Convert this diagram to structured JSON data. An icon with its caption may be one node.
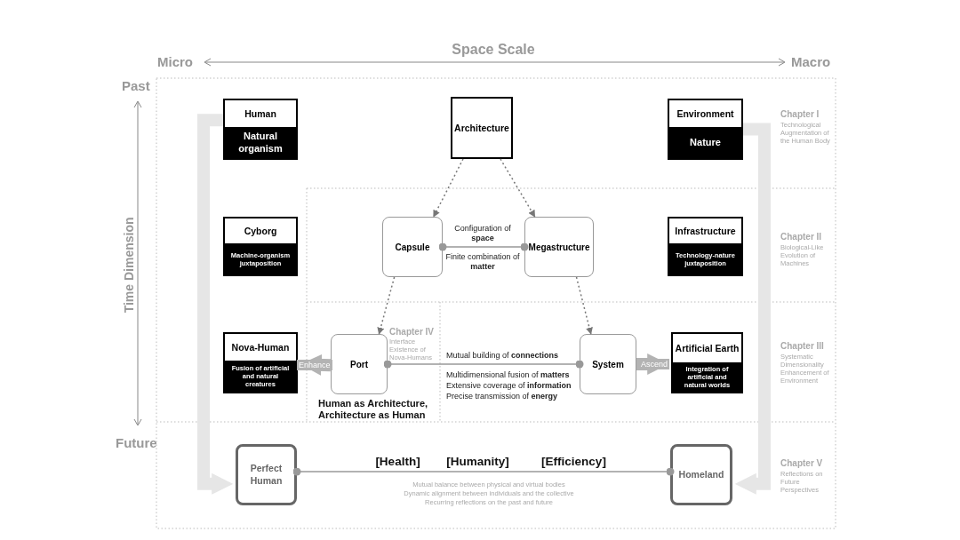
{
  "diagram": {
    "nodes": [
      {
        "text": [
          "Human",
          "Natural organism"
        ]
      },
      {
        "text": [
          "Architecture"
        ]
      },
      {
        "text": [
          "Environment",
          "Nature"
        ]
      },
      {
        "text": [
          "Cyborg",
          "Machine-organism juxtaposition"
        ]
      },
      {
        "text": [
          "Capsule"
        ]
      },
      {
        "text": [
          "Megastructure"
        ]
      },
      {
        "text": [
          "Infrastructure",
          "Technology-nature juxtaposition"
        ]
      },
      {
        "text": [
          "Nova-Human",
          "Fusion of artificial and natural creatures"
        ]
      },
      {
        "text": [
          "Port"
        ]
      },
      {
        "text": [
          "System"
        ]
      },
      {
        "text": [
          "Artificial Earth",
          "Integration of artificial and natural worlds"
        ]
      },
      {
        "text": [
          "Perfect Human"
        ]
      },
      {
        "text": [
          "Homeland"
        ]
      }
    ],
    "edges": [
      {
        "from": 1,
        "to": 4,
        "arrow": "to",
        "style": "dashed"
      },
      {
        "from": 1,
        "to": 5,
        "arrow": "to",
        "style": "dashed"
      },
      {
        "from": 4,
        "to": 8,
        "arrow": "to",
        "style": "dashed"
      },
      {
        "from": 5,
        "to": 9,
        "arrow": "to",
        "style": "dashed"
      },
      {
        "from": 4,
        "to": 5,
        "arrow": "other"
      },
      {
        "from": 8,
        "to": 9,
        "arrow": "other"
      },
      {
        "from": 8,
        "to": 7,
        "arrow": "to",
        "label": "Enhance",
        "style": "thick",
        "color": "#b3b3b3"
      },
      {
        "from": 9,
        "to": 10,
        "arrow": "to",
        "label": "Ascend",
        "style": "thick",
        "color": "#b3b3b3"
      },
      {
        "from": 11,
        "to": 12,
        "arrow": "other"
      },
      {
        "from": 0,
        "to": 11,
        "arrow": "to",
        "style": "thick",
        "color": "#e6e6e6"
      },
      {
        "from": 2,
        "to": 12,
        "arrow": "to",
        "style": "thick",
        "color": "#e6e6e6"
      }
    ],
    "labels": [
      "Space Scale",
      "Micro",
      "Macro",
      "Past",
      "Time Dimension",
      "Future",
      "Chapter I",
      "Technological Augmentation of the Human Body",
      "Chapter II",
      "Biological-Like Evolution of Machines",
      "Chapter III",
      "Systematic Dimensionality Enhancement of Environment",
      "Chapter IV",
      "Interface Existence of Nova-Humans",
      "Configuration of **space**",
      "Finite combination of **matter**",
      "Mutual building of **connections**",
      "Multidimensional fusion of **matters**",
      "Extensive coverage of **information**",
      "Precise transmission of **energy**",
      "Human as Architecture, Architecture as Human",
      "Chapter V",
      "Reflections on Future Perspectives",
      "[Health]",
      "[Humanity]",
      "[Efficiency]",
      "Mutual balance between physical and virtual bodies",
      "Dynamic alignment between individuals and the collective",
      "Recurring reflections on the past and future"
    ]
  }
}
